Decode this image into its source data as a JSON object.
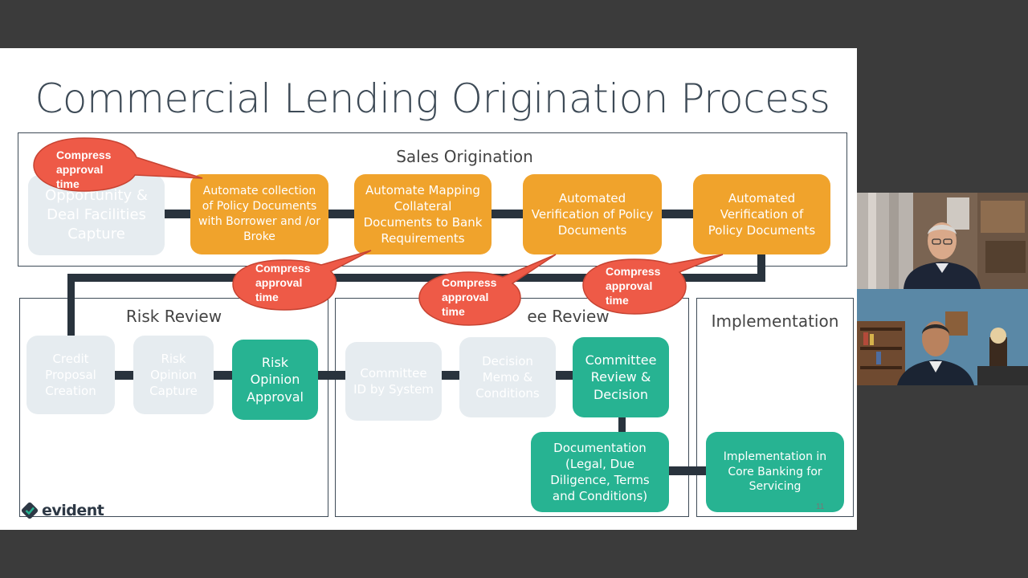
{
  "slide": {
    "title": "Commercial Lending Origination Process",
    "sections": {
      "sales": "Sales Origination",
      "risk": "Risk Review",
      "committee": "ee Review",
      "implementation": "Implementation"
    },
    "sales_boxes": [
      "Opportunity & Deal Facilities Capture",
      "Automate collection of Policy Documents with Borrower and /or Broke",
      "Automate Mapping Collateral Documents to Bank Requirements",
      "Automated Verification of Policy Documents",
      "Automated Verification of Policy Documents"
    ],
    "risk_boxes": [
      "Credit Proposal Creation",
      "Risk Opinion Capture",
      "Risk Opinion Approval"
    ],
    "committee_boxes": [
      "Committee ID by System",
      "Decision Memo & Conditions",
      "Committee Review & Decision"
    ],
    "documentation_box": "Documentation (Legal, Due Diligence, Terms and Conditions)",
    "implementation_box": "Implementation in Core Banking for Servicing",
    "callouts": [
      "Compress approval time",
      "Compress approval time",
      "Compress approval time",
      "Compress approval time"
    ],
    "logo": "evident",
    "page_number": "11"
  },
  "colors": {
    "orange": "#f0a32c",
    "teal": "#27b392",
    "callout_red": "#ee5a47",
    "inactive": "#e6ecf0"
  },
  "participants": [
    "presenter-1",
    "presenter-2"
  ]
}
